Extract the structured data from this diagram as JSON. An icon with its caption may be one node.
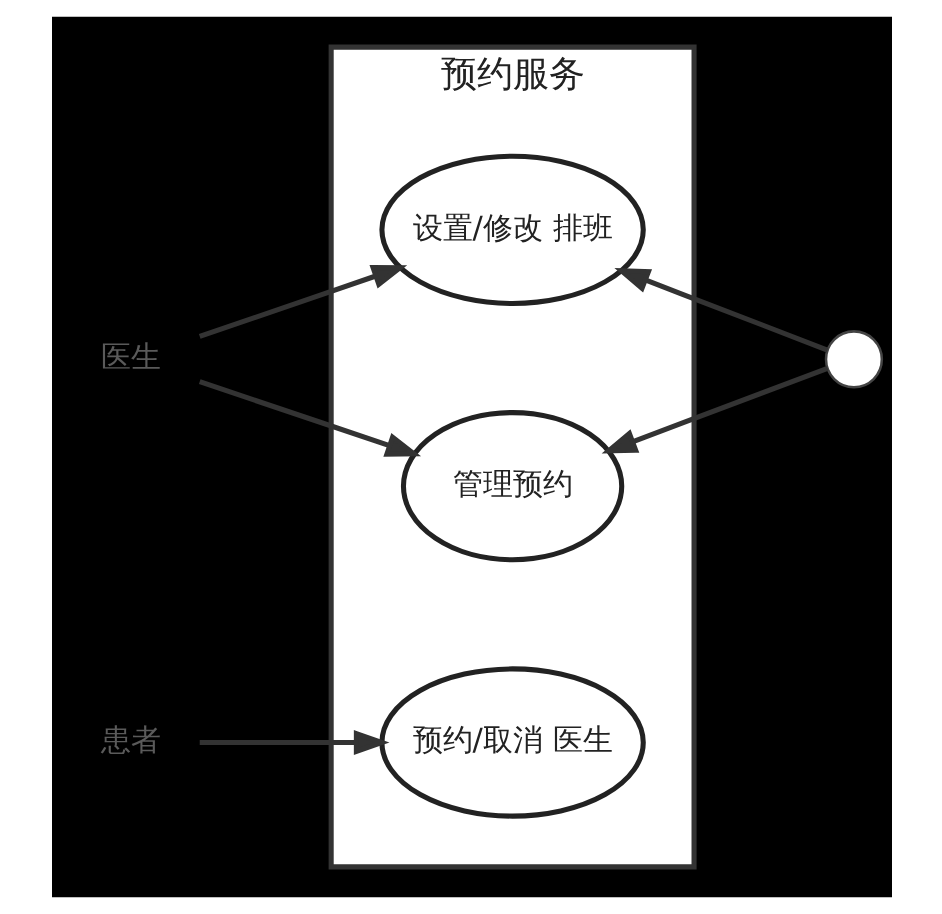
{
  "diagram": {
    "nodes": [
      {
        "text": [
          "预约服务"
        ]
      },
      {
        "text": [
          "设置/修改 排班"
        ],
        "in": 0
      },
      {
        "text": [
          "管理预约"
        ],
        "in": 0
      },
      {
        "text": [
          "预约/取消 医生"
        ],
        "in": 0
      },
      {
        "text": [
          "医生"
        ]
      },
      {
        "text": [],
        "shape": "person"
      },
      {
        "text": [
          "患者"
        ]
      }
    ],
    "edges": [
      {
        "from": 4,
        "to": 1,
        "arrow": "to"
      },
      {
        "from": 4,
        "to": 2,
        "arrow": "to"
      },
      {
        "from": 5,
        "to": 1,
        "arrow": "to"
      },
      {
        "from": 5,
        "to": 2,
        "arrow": "to"
      },
      {
        "from": 6,
        "to": 3,
        "arrow": "to"
      }
    ]
  }
}
